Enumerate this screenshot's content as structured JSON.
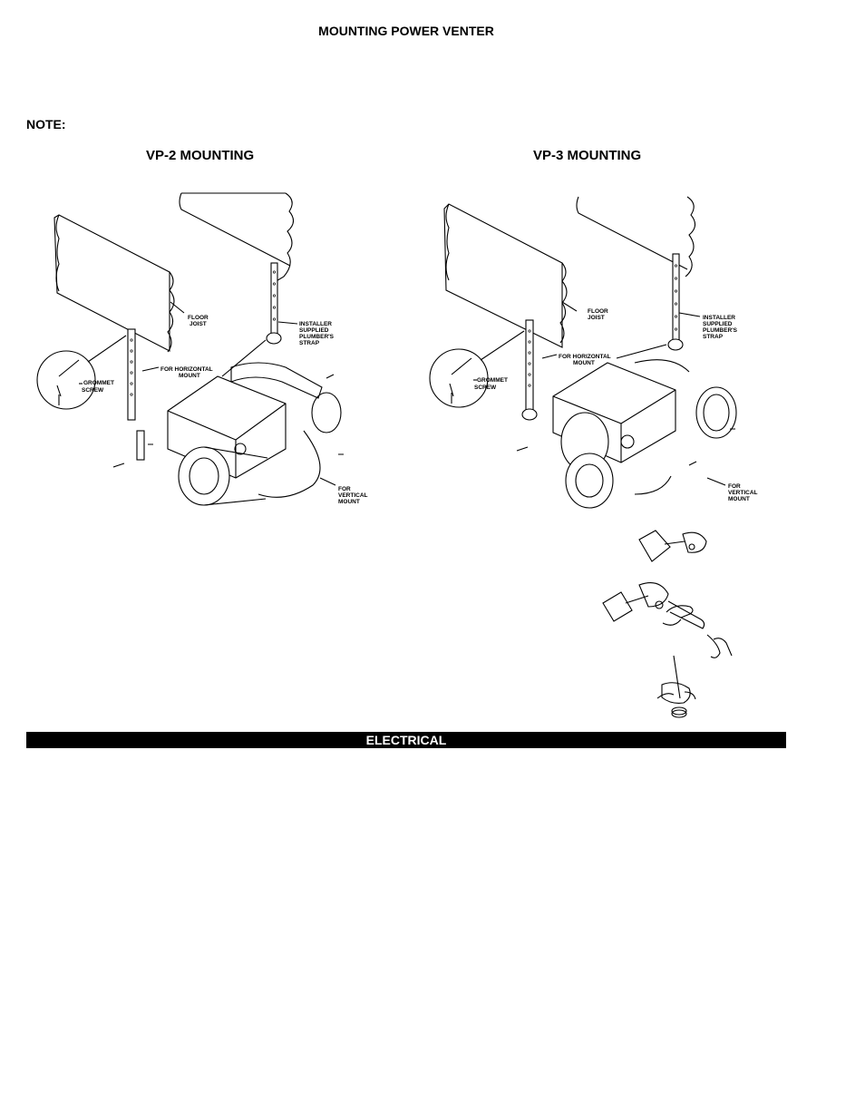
{
  "page": {
    "title": "MOUNTING POWER VENTER",
    "note_label": "NOTE:",
    "section_band": "ELECTRICAL"
  },
  "figures": [
    {
      "title": "VP-2 MOUNTING",
      "labels": {
        "floor_joist_1": "FLOOR",
        "floor_joist_2": "JOIST",
        "strap_1": "INSTALLER",
        "strap_2": "SUPPLIED",
        "strap_3": "PLUMBER'S",
        "strap_4": "STRAP",
        "horiz_1": "FOR  HORIZONTAL",
        "horiz_2": "MOUNT",
        "grommet_1": "GROMMET",
        "grommet_2": "SCREW",
        "vert_1": "FOR",
        "vert_2": "VERTICAL",
        "vert_3": "MOUNT"
      }
    },
    {
      "title": "VP-3 MOUNTING",
      "labels": {
        "floor_joist_1": "FLOOR",
        "floor_joist_2": "JOIST",
        "strap_1": "INSTALLER",
        "strap_2": "SUPPLIED",
        "strap_3": "PLUMBER'S",
        "strap_4": "STRAP",
        "horiz_1": "FOR  HORIZONTAL",
        "horiz_2": "MOUNT",
        "grommet_1": "GROMMET",
        "grommet_2": "SCREW",
        "vert_1": "FOR",
        "vert_2": "VERTICAL",
        "vert_3": "MOUNT"
      }
    }
  ]
}
